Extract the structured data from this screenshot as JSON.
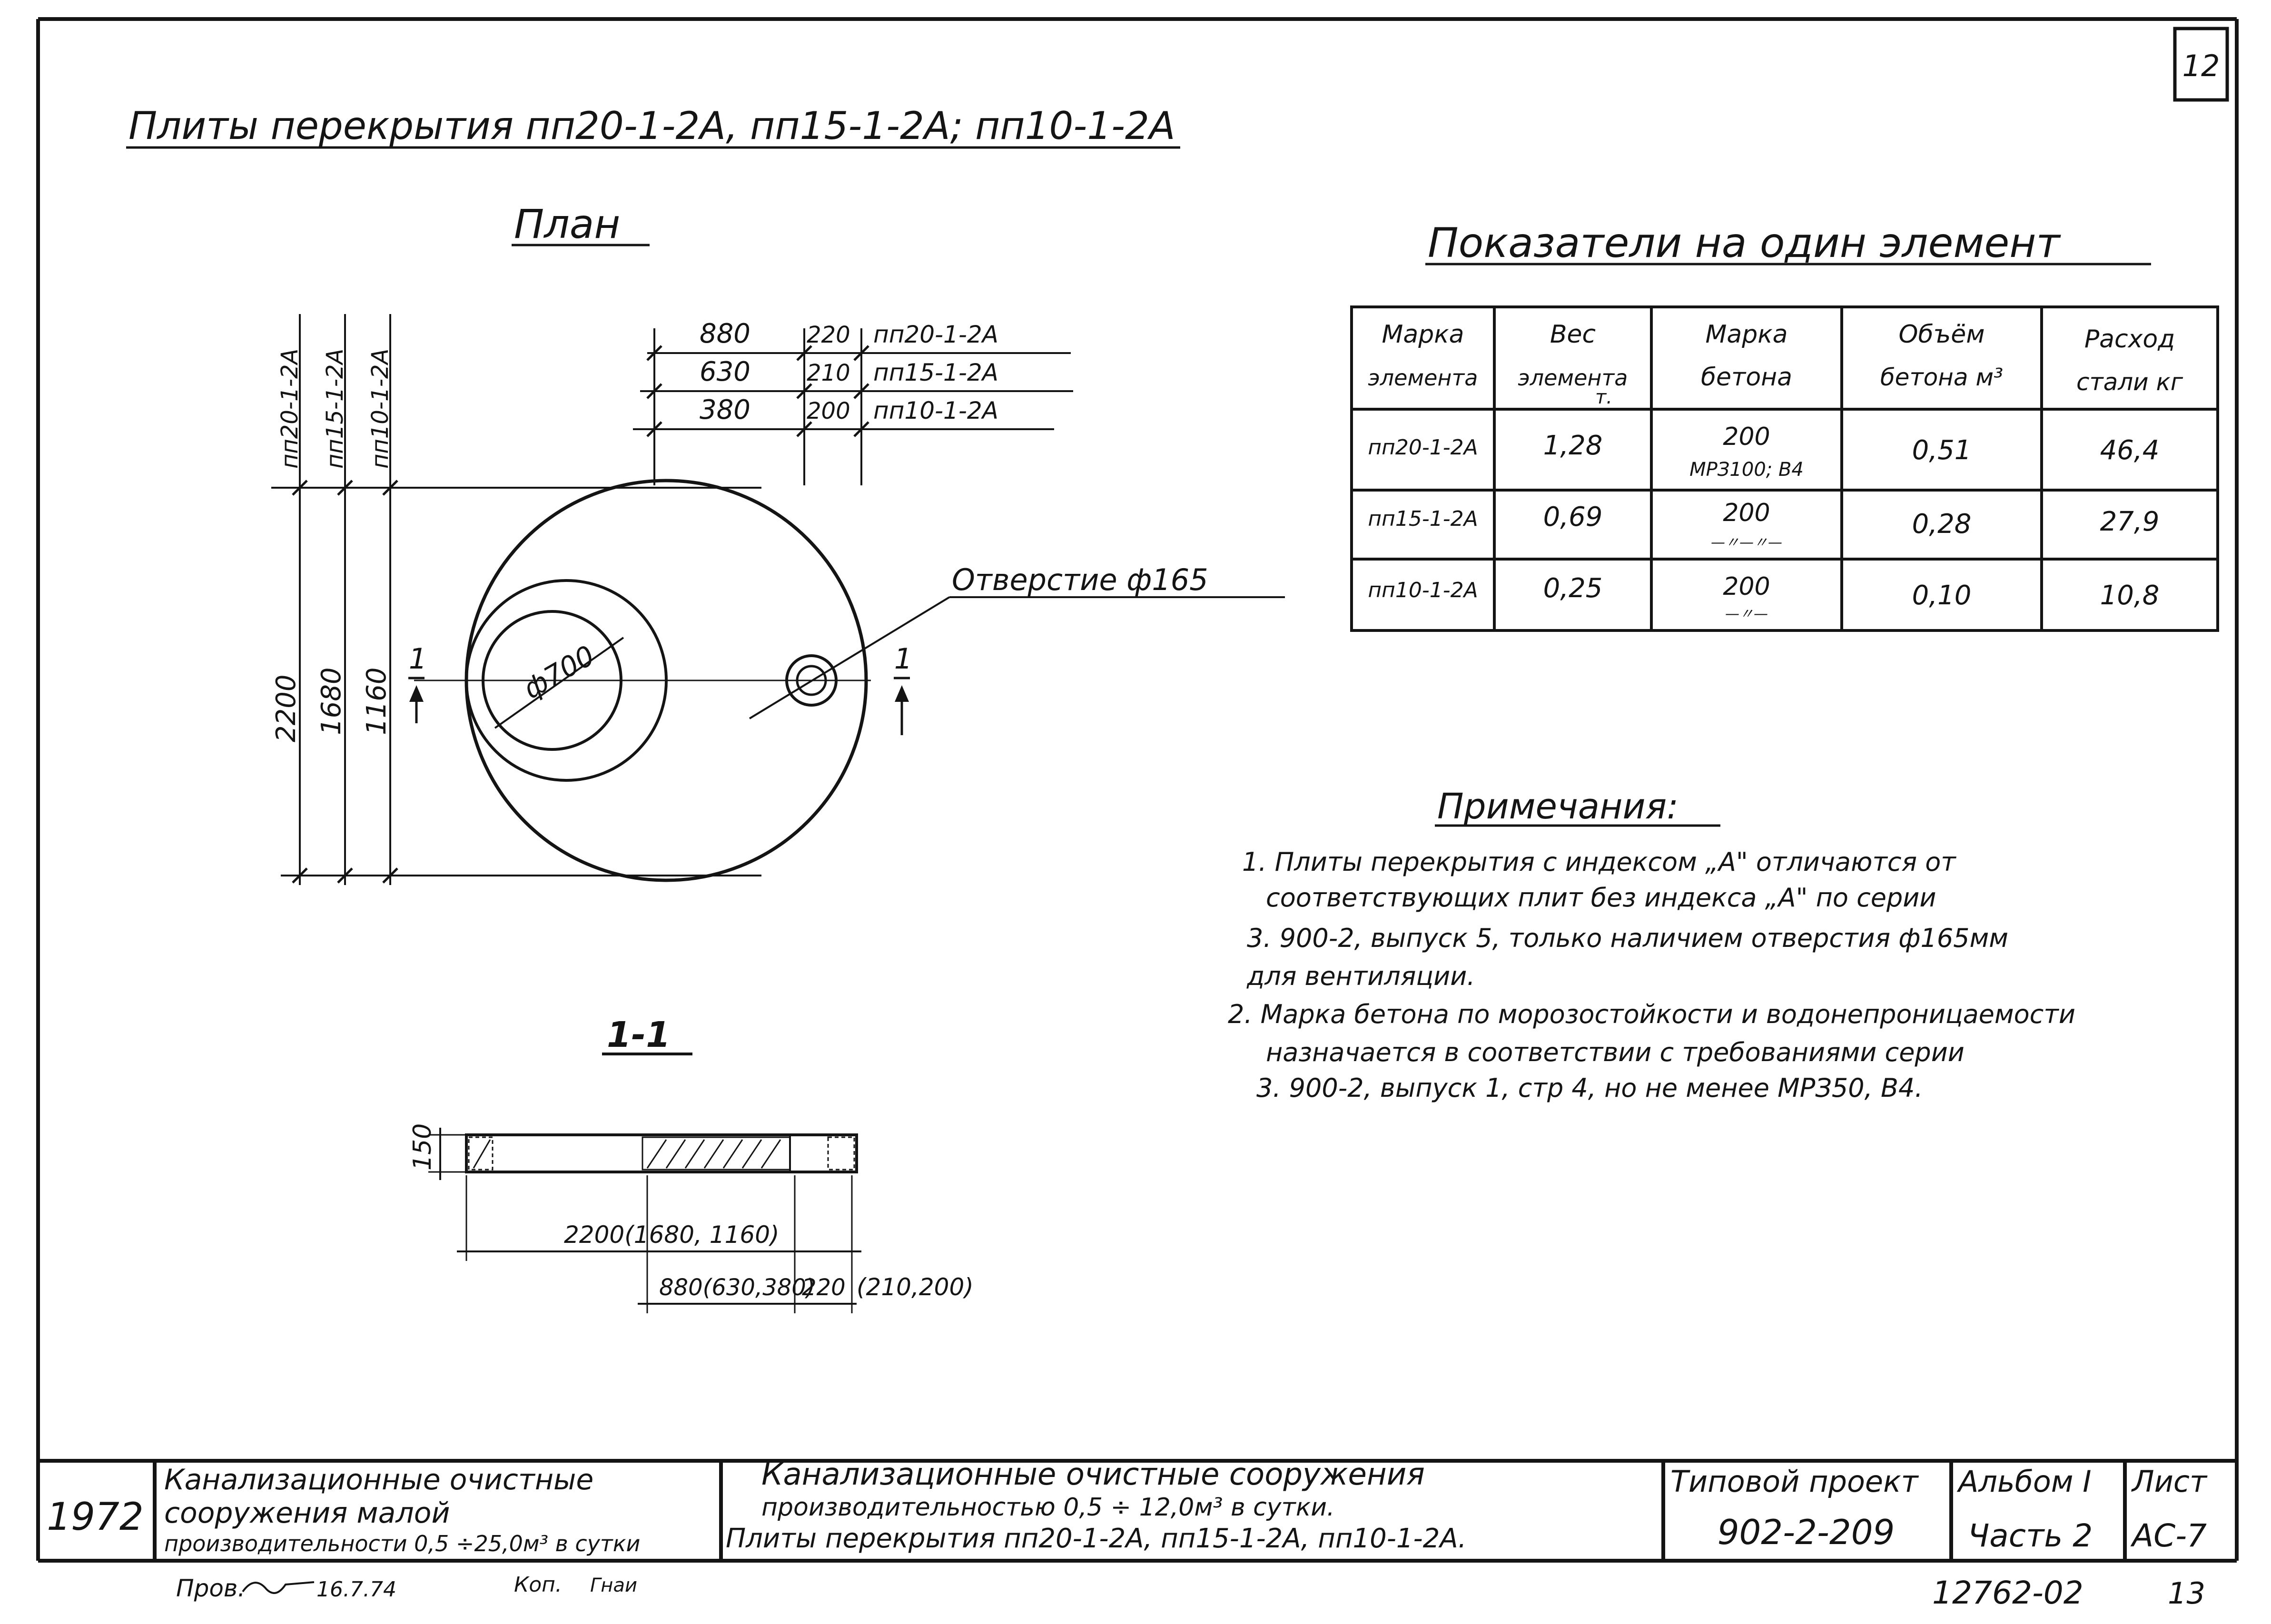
{
  "sheet_number_top": "12",
  "title": "Плиты перекрытия пп20-1-2А, пп15-1-2А; пп10-1-2А",
  "plan": {
    "heading": "План",
    "dim_rows": [
      {
        "a": "880",
        "b": "220",
        "mark": "пп20-1-2А"
      },
      {
        "a": "630",
        "b": "210",
        "mark": "пп15-1-2А"
      },
      {
        "a": "380",
        "b": "200",
        "mark": "пп10-1-2А"
      }
    ],
    "vertical_marks": [
      "пп20-1-2А",
      "пп15-1-2А",
      "пп10-1-2А"
    ],
    "diameters": [
      "2200",
      "1680",
      "1160"
    ],
    "hole_label": "Отверстие ф165",
    "big_hole": "ф700",
    "cut_mark": "1"
  },
  "section": {
    "heading": "1-1",
    "height": "150",
    "dim_total": "2200(1680, 1160)",
    "dim_a": "880(630,380)",
    "dim_b": "220",
    "dim_c": "(210,200)"
  },
  "table": {
    "heading": "Показатели на один элемент",
    "headers": [
      [
        "Марка",
        "элемента"
      ],
      [
        "Вес",
        "элемента",
        "т."
      ],
      [
        "Марка",
        "бетона"
      ],
      [
        "Объём",
        "бетона м³"
      ],
      [
        "Расход",
        "стали кг"
      ]
    ],
    "rows": [
      {
        "mark": "пп20-1-2А",
        "weight": "1,28",
        "concrete": "200",
        "concrete_note": "МРЗ100; В4",
        "volume": "0,51",
        "steel": "46,4"
      },
      {
        "mark": "пп15-1-2А",
        "weight": "0,69",
        "concrete": "200",
        "concrete_note": "—〃—〃—",
        "volume": "0,28",
        "steel": "27,9"
      },
      {
        "mark": "пп10-1-2А",
        "weight": "0,25",
        "concrete": "200",
        "concrete_note": "—〃—",
        "volume": "0,10",
        "steel": "10,8"
      }
    ]
  },
  "notes": {
    "heading": "Примечания:",
    "lines": [
      "1. Плиты перекрытия с индексом „А\" отличаются от",
      "соответствующих плит без индекса „А\" по серии",
      "3. 900-2, выпуск 5, только наличием отверстия ф165мм",
      "для вентиляции.",
      "2. Марка бетона по морозостойкости и водонепроницаемости",
      "назначается в соответствии с требованиями серии",
      "3. 900-2, выпуск 1, стр 4, но не менее МРЗ50, В4."
    ]
  },
  "stamp": {
    "year": "1972",
    "desc1_lines": [
      "Канализационные очистные",
      "сооружения малой",
      "производительности 0,5 ÷25,0м³ в сутки"
    ],
    "desc2_lines": [
      "Канализационные очистные сооружения",
      "производительностью 0,5 ÷ 12,0м³ в сутки.",
      "Плиты перекрытия пп20-1-2А, пп15-1-2А, пп10-1-2А."
    ],
    "project_label": "Типовой проект",
    "project_code": "902-2-209",
    "album_label": "Альбом I",
    "part_label": "Часть 2",
    "sheet_label": "Лист",
    "sheet_code": "АС-7"
  },
  "bottom": {
    "checked": "Пров.",
    "checked_date": "16.7.74",
    "copy": "Коп.",
    "copy_name": "Гнаи",
    "inventory": "12762-02",
    "page": "13"
  }
}
